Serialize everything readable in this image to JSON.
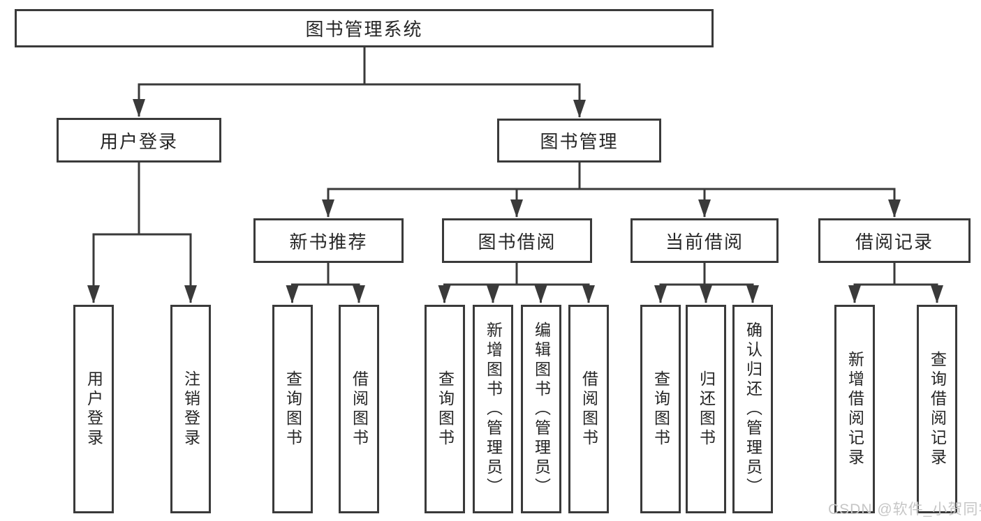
{
  "diagram": {
    "root": {
      "label": "图书管理系统"
    },
    "level2": [
      {
        "label": "用户登录"
      },
      {
        "label": "图书管理"
      }
    ],
    "level3": [
      {
        "label": "新书推荐"
      },
      {
        "label": "图书借阅"
      },
      {
        "label": "当前借阅"
      },
      {
        "label": "借阅记录"
      }
    ],
    "leaves": {
      "user_login": [
        {
          "label": "用户登录"
        },
        {
          "label": "注销登录"
        }
      ],
      "new_books": [
        {
          "label": "查询图书"
        },
        {
          "label": "借阅图书"
        }
      ],
      "book_borrow": [
        {
          "label": "查询图书"
        },
        {
          "label": "新增图书（管理员）"
        },
        {
          "label": "编辑图书（管理员）"
        },
        {
          "label": "借阅图书"
        }
      ],
      "current_borrow": [
        {
          "label": "查询图书"
        },
        {
          "label": "归还图书"
        },
        {
          "label": "确认归还（管理员）"
        }
      ],
      "borrow_records": [
        {
          "label": "新增借阅记录"
        },
        {
          "label": "查询借阅记录"
        }
      ]
    }
  },
  "watermark": {
    "text": "CSDN @软件_小贺同学"
  },
  "colors": {
    "line": "#3a3a3a",
    "text": "#262626",
    "background": "#ffffff",
    "watermark": "#c6c6c6"
  }
}
